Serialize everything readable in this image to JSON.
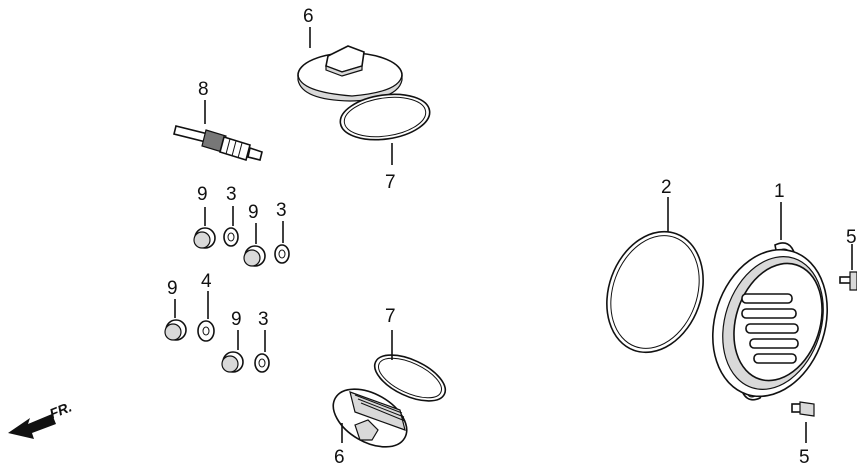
{
  "callouts": {
    "c1": "1",
    "c2": "2",
    "c3a": "3",
    "c3b": "3",
    "c3c": "3",
    "c4": "4",
    "c5a": "5",
    "c5b": "5",
    "c6a": "6",
    "c6b": "6",
    "c7a": "7",
    "c7b": "7",
    "c8": "8",
    "c9a": "9",
    "c9b": "9",
    "c9c": "9",
    "c9d": "9"
  },
  "direction": {
    "label": "FR.",
    "icon": "front-direction-arrow-icon"
  }
}
